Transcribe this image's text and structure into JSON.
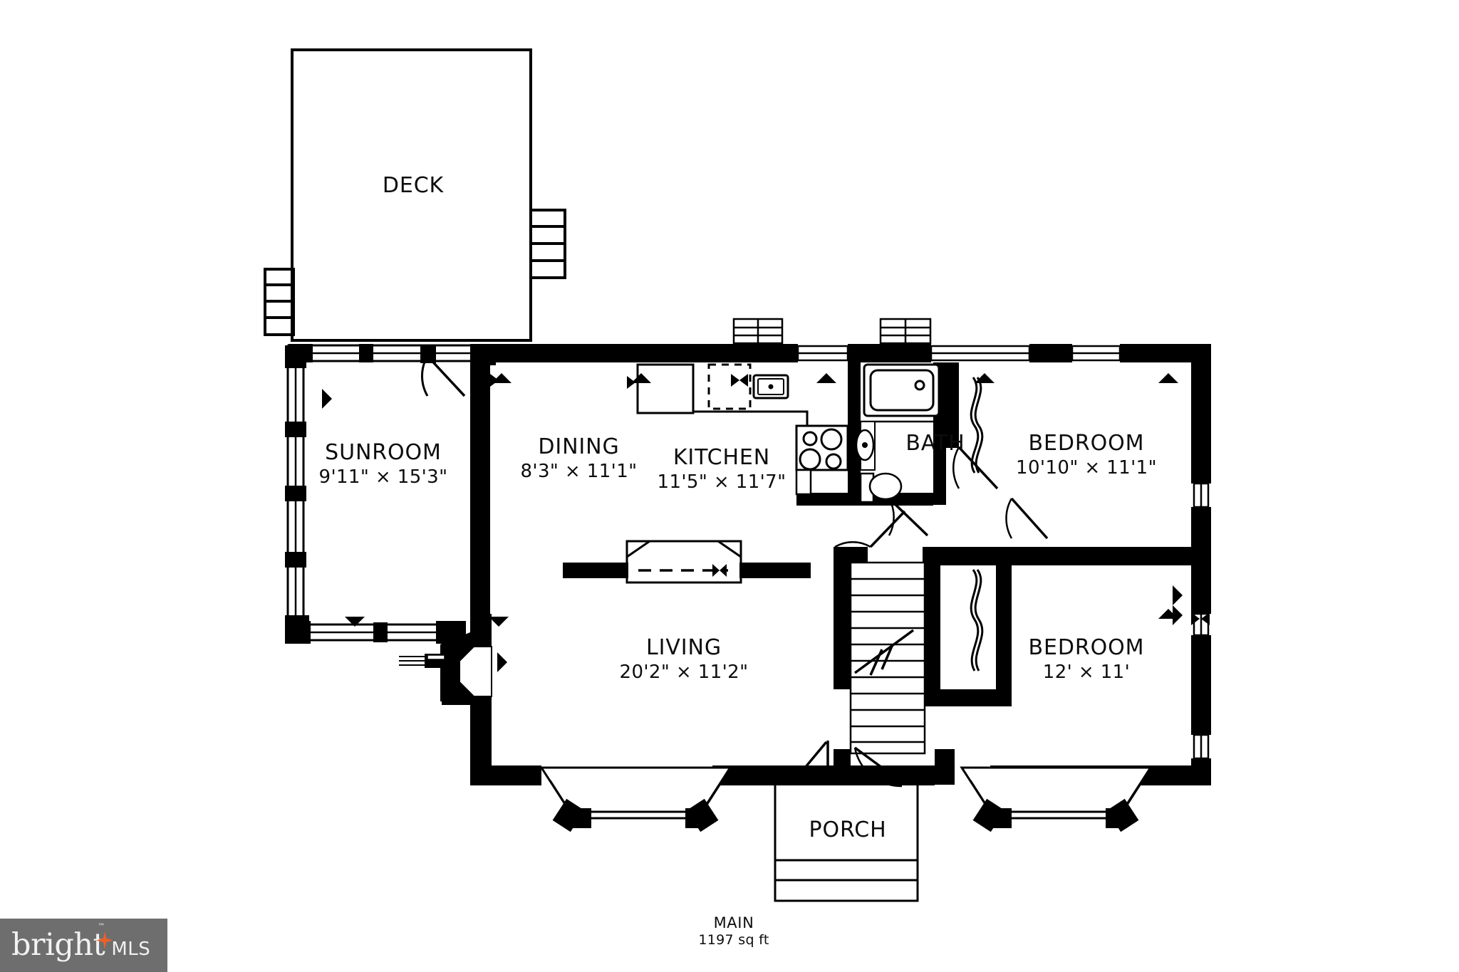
{
  "document": {
    "type": "floor-plan",
    "caption_title": "MAIN",
    "caption_area": "1197 sq ft",
    "background_color": "#ffffff",
    "ink_color": "#000000"
  },
  "rooms": [
    {
      "id": "deck",
      "name": "DECK",
      "dimensions": ""
    },
    {
      "id": "sunroom",
      "name": "SUNROOM",
      "dimensions": "9'11\" × 15'3\""
    },
    {
      "id": "dining",
      "name": "DINING",
      "dimensions": "8'3\" × 11'1\""
    },
    {
      "id": "kitchen",
      "name": "KITCHEN",
      "dimensions": "11'5\" × 11'7\""
    },
    {
      "id": "bath",
      "name": "BATH",
      "dimensions": ""
    },
    {
      "id": "bedroom_1",
      "name": "BEDROOM",
      "dimensions": "10'10\" × 11'1\""
    },
    {
      "id": "bedroom_2",
      "name": "BEDROOM",
      "dimensions": "12' × 11'"
    },
    {
      "id": "living",
      "name": "LIVING",
      "dimensions": "20'2\" × 11'2\""
    },
    {
      "id": "porch",
      "name": "PORCH",
      "dimensions": ""
    }
  ],
  "watermark": {
    "brand": "bright",
    "suffix": "MLS",
    "trademark": "™",
    "background_color": "#6e6e6e",
    "text_color": "#f2f2f2",
    "accent_color": "#e8622a"
  }
}
